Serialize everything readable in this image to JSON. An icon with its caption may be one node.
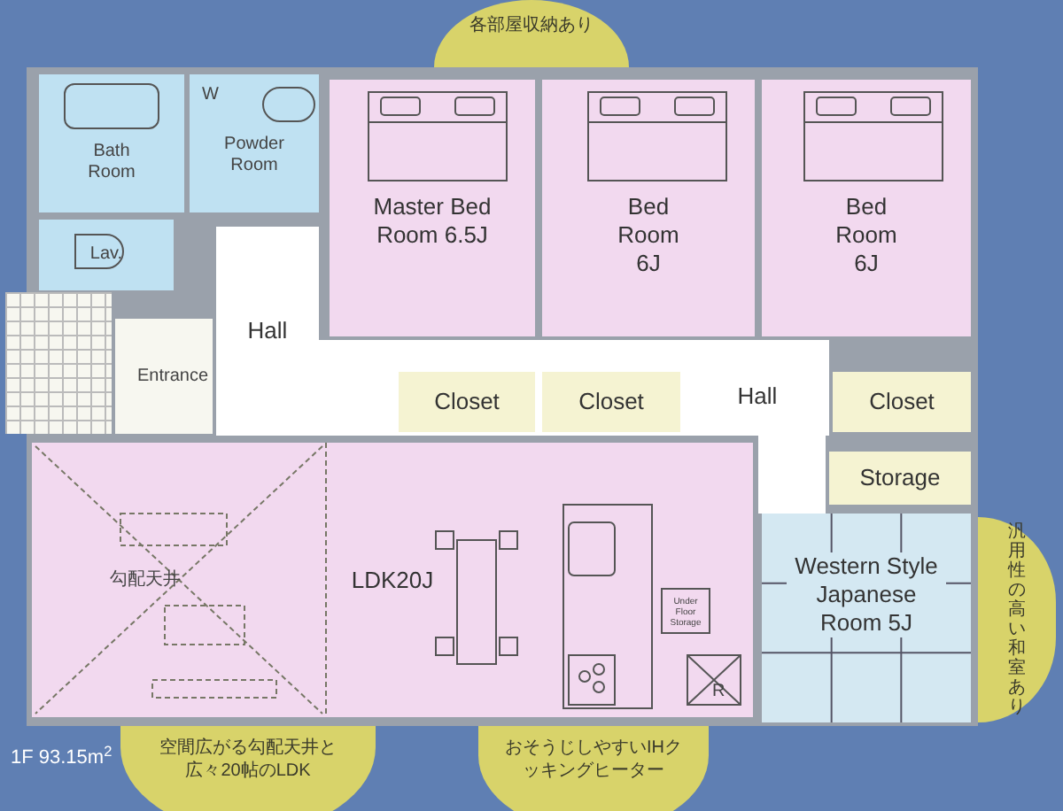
{
  "diagram": {
    "nodes": [
      {
        "text": [
          "各部屋収納あり"
        ]
      },
      {
        "text": [
          "Bath Room"
        ]
      },
      {
        "text": [
          "Powder Room"
        ]
      },
      {
        "text": [
          "Lav."
        ]
      },
      {
        "text": [
          "Hall"
        ]
      },
      {
        "text": [
          "Entrance"
        ]
      },
      {
        "text": [
          "Master Bed Room 6.5J"
        ]
      },
      {
        "text": [
          "Bed Room 6J"
        ]
      },
      {
        "text": [
          "Bed Room 6J"
        ]
      },
      {
        "text": [
          "Closet"
        ]
      },
      {
        "text": [
          "Closet"
        ]
      },
      {
        "text": [
          "Hall"
        ]
      },
      {
        "text": [
          "Closet"
        ]
      },
      {
        "text": [
          "Storage"
        ]
      },
      {
        "text": [
          "LDK20J"
        ]
      },
      {
        "text": [
          "Western Style Japanese Room 5J"
        ]
      },
      {
        "text": [
          "汎用性の高い和室あり"
        ]
      },
      {
        "text": [
          "空間広がる勾配天井と広々20帖のLDK"
        ]
      },
      {
        "text": [
          "おそうじしやすいIHクッキングヒーター"
        ]
      }
    ],
    "edges": [],
    "labels": [
      "W",
      "勾配天井",
      "Under Floor Storage",
      "R",
      "1F 93.15m$^{2}$"
    ]
  }
}
